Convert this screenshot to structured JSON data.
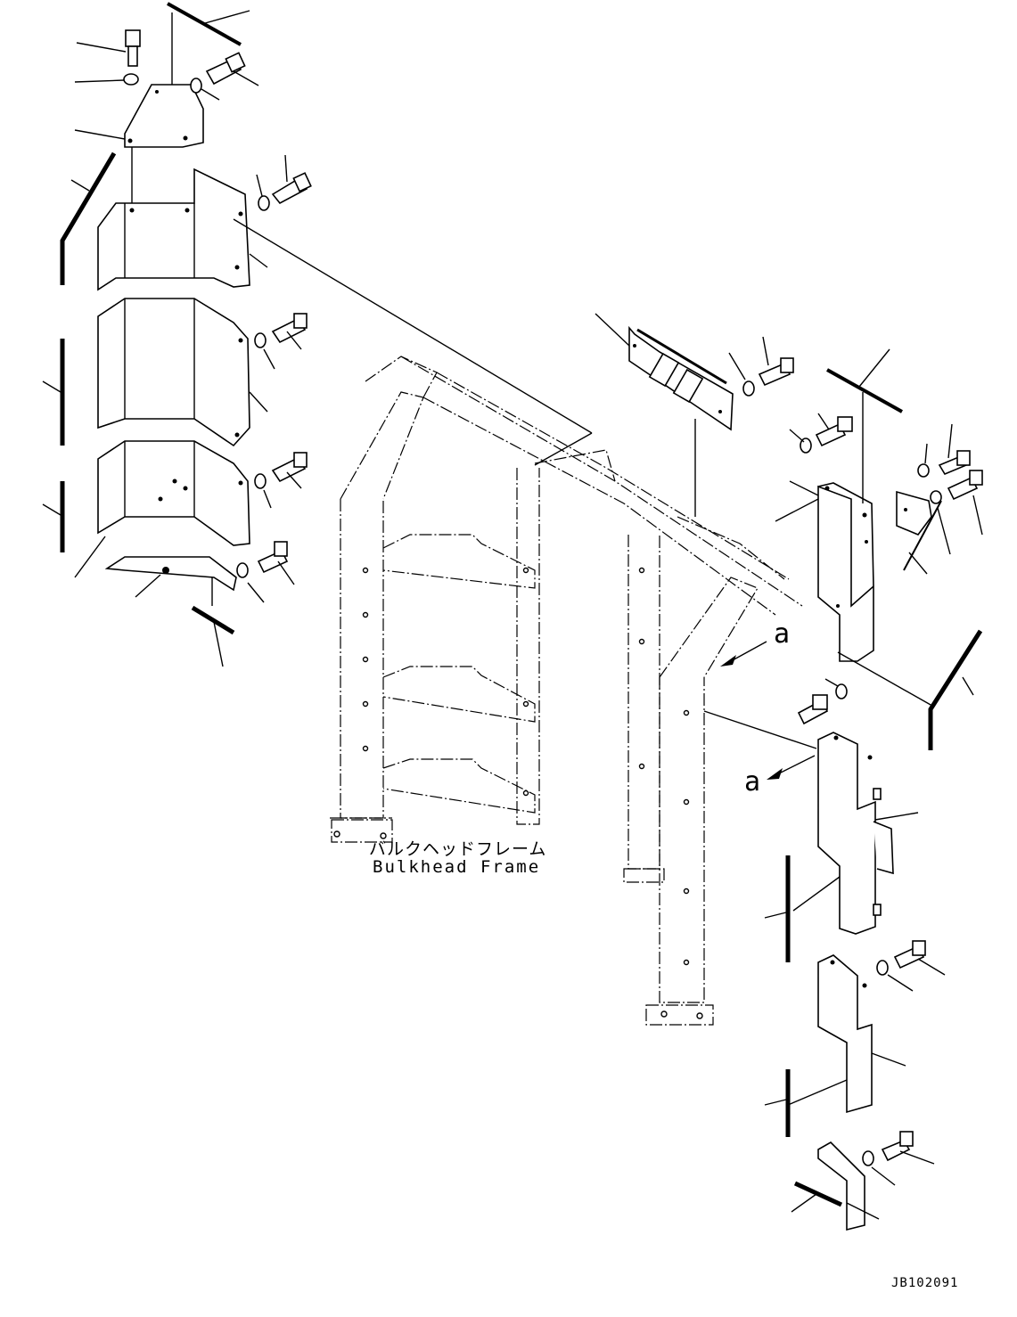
{
  "diagram": {
    "frame_label_jp": "バルクヘッドフレーム",
    "frame_label_en": "Bulkhead Frame",
    "view_marker_top": "a",
    "view_marker_mid": "a",
    "drawing_id": "JB102091"
  }
}
